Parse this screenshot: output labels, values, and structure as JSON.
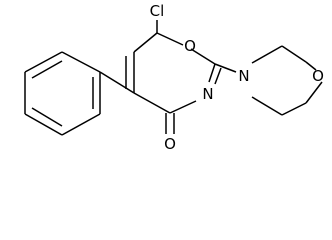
{
  "structure": {
    "atoms": [
      {
        "label": "Cl"
      },
      {
        "label": "O"
      },
      {
        "label": "N"
      },
      {
        "label": "O"
      },
      {
        "label": "N"
      },
      {
        "label": "O"
      }
    ],
    "colors": {
      "bond": "#000000",
      "label": "#000000",
      "background": "#ffffff"
    }
  }
}
